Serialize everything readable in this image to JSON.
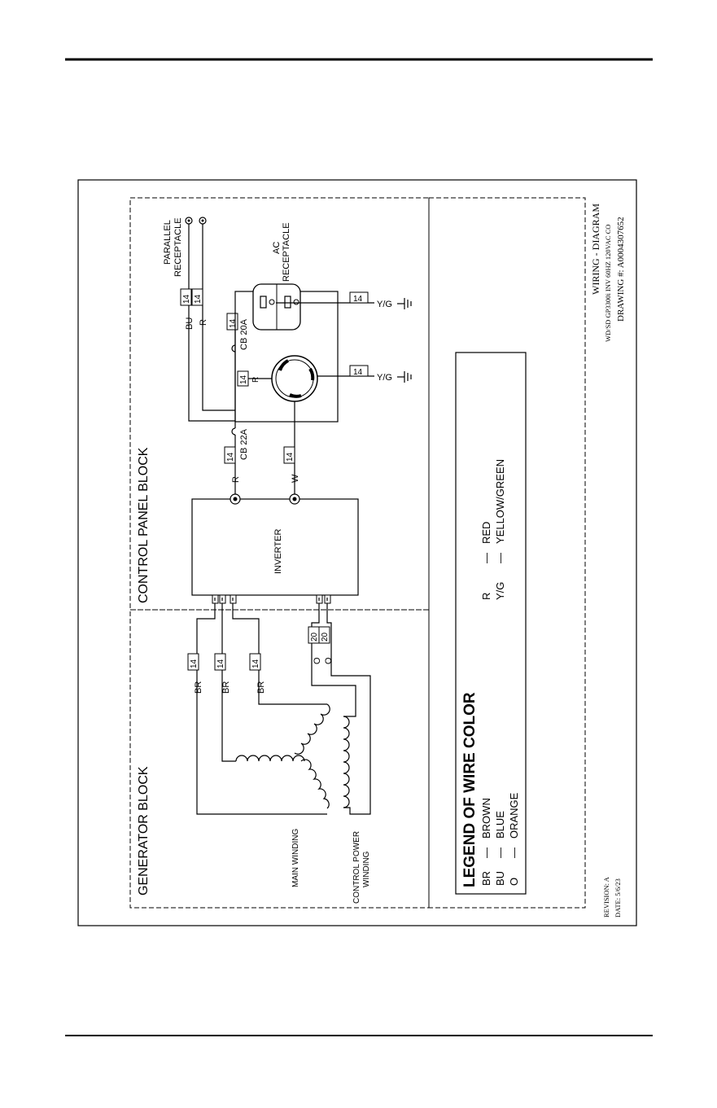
{
  "blocks": {
    "generator": "GENERATOR  BLOCK",
    "control_panel": "CONTROL  PANEL  BLOCK"
  },
  "components": {
    "inverter": "INVERTER",
    "main_winding": "MAIN  WINDING",
    "control_power_winding_1": "CONTROL  POWER",
    "control_power_winding_2": "WINDING",
    "parallel_receptacle_1": "PARALLEL",
    "parallel_receptacle_2": "RECEPTACLE",
    "ac_receptacle_1": "AC",
    "ac_receptacle_2": "RECEPTACLE",
    "cb_20a": "CB  20A",
    "cb_22a": "CB  22A"
  },
  "wires": {
    "br": "BR",
    "bu": "BU",
    "r": "R",
    "w": "W",
    "o": "O",
    "yg": "Y/G",
    "gauge_14": "14",
    "gauge_20": "20"
  },
  "legend": {
    "title": "LEGEND OF WIRE COLOR",
    "entries": [
      {
        "code": "BR",
        "name": "BROWN"
      },
      {
        "code": "BU",
        "name": "BLUE"
      },
      {
        "code": "O",
        "name": "ORANGE"
      },
      {
        "code": "R",
        "name": "RED"
      },
      {
        "code": "Y/G",
        "name": "YELLOW/GREEN"
      }
    ],
    "dash": "—"
  },
  "title_block": {
    "title": "WIRING - DIAGRAM",
    "model": "WD/SD GP3300i INV 60HZ 120VAC CO",
    "drawing": "DRAWING #: A0004307652",
    "revision": "REVISION: A",
    "date": "DATE: 5/6/23"
  }
}
